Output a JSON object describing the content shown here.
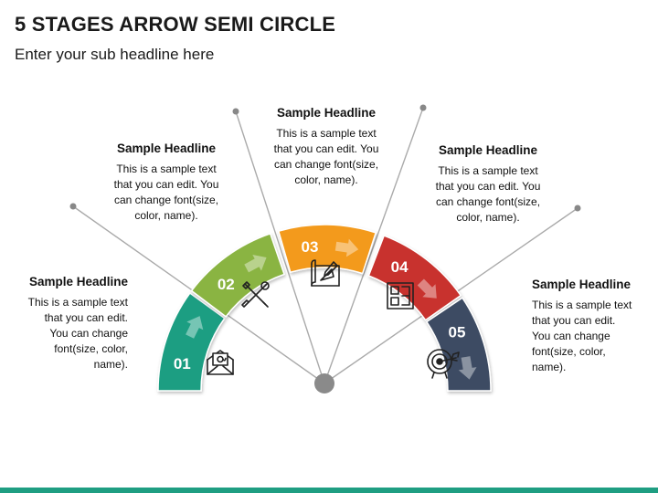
{
  "header": {
    "title": "5 STAGES ARROW SEMI CIRCLE",
    "subtitle": "Enter your sub headline here"
  },
  "colors": {
    "stage1": "#1f9e82",
    "stage2": "#8ab443",
    "stage3": "#f39a1e",
    "stage4": "#c8322d",
    "stage5": "#3e4c63",
    "footer_bar": "#1f9e82"
  },
  "stages": [
    {
      "number": "01",
      "headline": "Sample Headline",
      "body": [
        "This is a sample text",
        "that you can edit.",
        "You can change",
        "font(size, color,",
        "name)."
      ],
      "icon": "email-icon"
    },
    {
      "number": "02",
      "headline": "Sample Headline",
      "body": [
        "This is a sample text",
        "that you can edit. You",
        "can change font(size,",
        "color, name)."
      ],
      "icon": "tools-icon"
    },
    {
      "number": "03",
      "headline": "Sample Headline",
      "body": [
        "This is a sample text",
        "that you can edit. You",
        "can change font(size,",
        "color, name)."
      ],
      "icon": "blueprint-icon"
    },
    {
      "number": "04",
      "headline": "Sample Headline",
      "body": [
        "This is a sample text",
        "that you can edit. You",
        "can change font(size,",
        "color, name)."
      ],
      "icon": "layout-icon"
    },
    {
      "number": "05",
      "headline": "Sample Headline",
      "body": [
        "This is a sample text",
        "that you can edit.",
        "You can change",
        "font(size, color,",
        "name)."
      ],
      "icon": "target-icon"
    }
  ]
}
